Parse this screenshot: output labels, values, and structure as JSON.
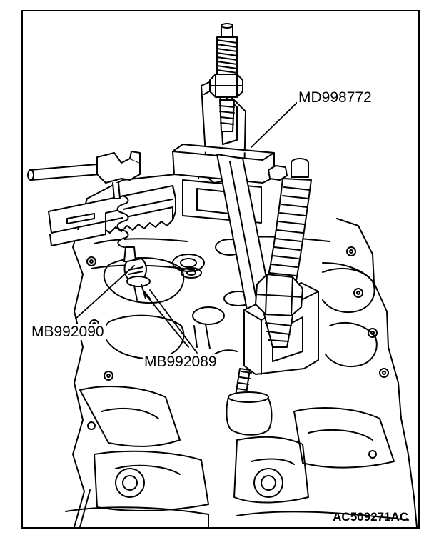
{
  "figure_id": "AC509271AC",
  "callouts": {
    "puller": "MD998772",
    "compressor_upper": "MB992090",
    "compressor_lower": "MB992089"
  }
}
